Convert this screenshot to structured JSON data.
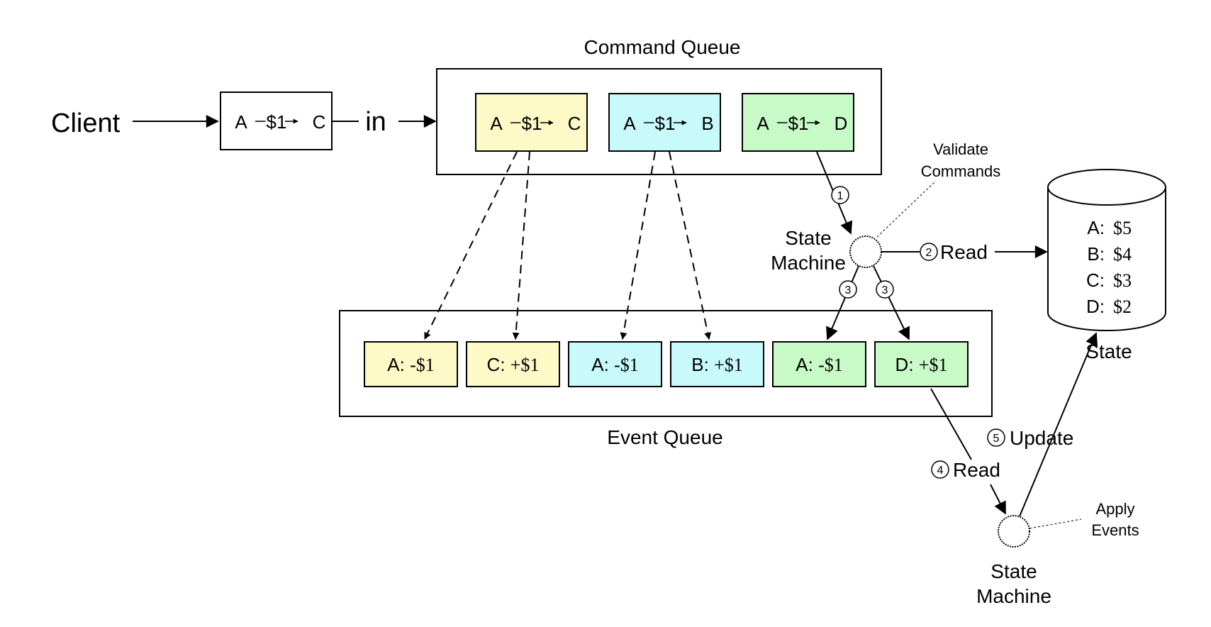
{
  "labels": {
    "client": "Client",
    "in": "in",
    "command_queue": "Command Queue",
    "event_queue": "Event Queue",
    "validate_line1": "Validate",
    "validate_line2": "Commands",
    "state_machine_line1": "State",
    "state_machine_line2": "Machine",
    "state_label": "State",
    "apply_line1": "Apply",
    "apply_line2": "Events",
    "read2": "Read",
    "read4": "Read",
    "update5": "Update"
  },
  "steps": {
    "one": "1",
    "two": "2",
    "three_a": "3",
    "three_b": "3",
    "four": "4",
    "five": "5"
  },
  "client_command": {
    "from": "A",
    "amount": "$1",
    "to": "C"
  },
  "commands": [
    {
      "from": "A",
      "amount": "$1",
      "to": "C",
      "color": "#fdfac8"
    },
    {
      "from": "A",
      "amount": "$1",
      "to": "B",
      "color": "#c8fafc"
    },
    {
      "from": "A",
      "amount": "$1",
      "to": "D",
      "color": "#c8fac8"
    }
  ],
  "events": [
    {
      "account": "A:",
      "delta": "-$1",
      "color": "#fdfac8"
    },
    {
      "account": "C:",
      "delta": "+$1",
      "color": "#fdfac8"
    },
    {
      "account": "A:",
      "delta": "-$1",
      "color": "#c8fafc"
    },
    {
      "account": "B:",
      "delta": "+$1",
      "color": "#c8fafc"
    },
    {
      "account": "A:",
      "delta": "-$1",
      "color": "#c8fac8"
    },
    {
      "account": "D:",
      "delta": "+$1",
      "color": "#c8fac8"
    }
  ],
  "state": [
    {
      "account": "A:",
      "value": "$5"
    },
    {
      "account": "B:",
      "value": "$4"
    },
    {
      "account": "C:",
      "value": "$3"
    },
    {
      "account": "D:",
      "value": "$2"
    }
  ]
}
